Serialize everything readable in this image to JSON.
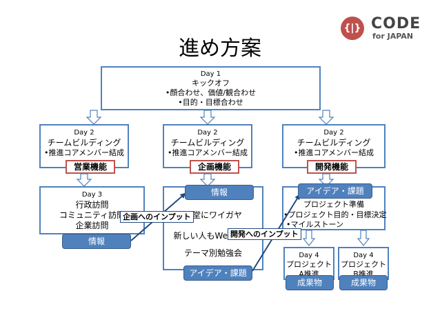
{
  "logo": {
    "mark": "{|}",
    "line1": "CODE",
    "line2": "for JAPAN",
    "color": "#c0504d"
  },
  "title": "進め方案",
  "day1": {
    "line1": "Day 1",
    "line2": "キックオフ",
    "line3": "•顔合わせ、価値/観合わせ",
    "line4": "•目的・目標合わせ"
  },
  "day2": [
    {
      "line1": "Day  2",
      "line2": "チームビルディング",
      "line3": "•推進コアメンバー結成",
      "tag": "営業機能"
    },
    {
      "line1": "Day  2",
      "line2": "チームビルディング",
      "line3": "•推進コアメンバー結成",
      "tag": "企画機能"
    },
    {
      "line1": "Day  2",
      "line2": "チームビルディング",
      "line3": "•推進コアメンバー結成",
      "tag": "開発機能"
    }
  ],
  "day3": {
    "line1": "Day  3",
    "line2": "行政訪問",
    "line3": "コミュニティ訪問",
    "line4": "企業訪問",
    "badge": "情報"
  },
  "center": {
    "badge_top": "情報",
    "line1": "一堂にワイガヤ",
    "line2": "新しい人もWelcome",
    "line3": "テーマ別勉強会",
    "badge_bottom": "アイデア・課題"
  },
  "right": {
    "badge_top": "アイデア・課題",
    "line1": "プロジェクト準備",
    "line2": "•プロジェクト目的・目標決定",
    "line3": "•マイルストーン"
  },
  "day4": [
    {
      "line1": "Day  4",
      "line2": "プロジェクト",
      "line3": "A推進",
      "badge": "成果物"
    },
    {
      "line1": "Day  4",
      "line2": "プロジェクト",
      "line3": "B推進",
      "badge": "成果物"
    }
  ],
  "labels": {
    "planning_input": "企画へのインプット",
    "dev_input": "開発へのインプット"
  },
  "colors": {
    "box_border": "#4f81bd",
    "badge_fill": "#4f81bd",
    "tag_border": "#c0504d",
    "arrow": "#1f497d"
  }
}
